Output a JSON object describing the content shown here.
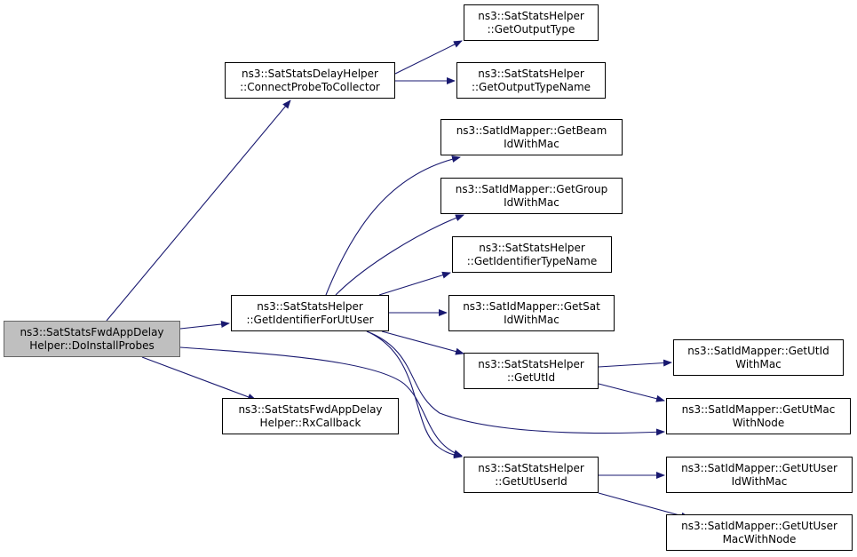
{
  "colors": {
    "edge": "#191970",
    "root_fill": "#bfbfbf",
    "node_fill": "#ffffff"
  },
  "nodes": [
    {
      "id": "n0",
      "line1": "ns3::SatStatsFwdAppDelay",
      "line2": "Helper::DoInstallProbes",
      "root": true
    },
    {
      "id": "n1",
      "line1": "ns3::SatStatsDelayHelper",
      "line2": "::ConnectProbeToCollector"
    },
    {
      "id": "n2",
      "line1": "ns3::SatStatsHelper",
      "line2": "::GetOutputType"
    },
    {
      "id": "n3",
      "line1": "ns3::SatStatsHelper",
      "line2": "::GetOutputTypeName"
    },
    {
      "id": "n4",
      "line1": "ns3::SatStatsHelper",
      "line2": "::GetIdentifierForUtUser"
    },
    {
      "id": "n5",
      "line1": "ns3::SatIdMapper::GetBeam",
      "line2": "IdWithMac"
    },
    {
      "id": "n6",
      "line1": "ns3::SatIdMapper::GetGroup",
      "line2": "IdWithMac"
    },
    {
      "id": "n7",
      "line1": "ns3::SatStatsHelper",
      "line2": "::GetIdentifierTypeName"
    },
    {
      "id": "n8",
      "line1": "ns3::SatIdMapper::GetSat",
      "line2": "IdWithMac"
    },
    {
      "id": "n9",
      "line1": "ns3::SatStatsHelper",
      "line2": "::GetUtId"
    },
    {
      "id": "n10",
      "line1": "ns3::SatIdMapper::GetUtId",
      "line2": "WithMac"
    },
    {
      "id": "n11",
      "line1": "ns3::SatIdMapper::GetUtMac",
      "line2": "WithNode"
    },
    {
      "id": "n12",
      "line1": "ns3::SatStatsFwdAppDelay",
      "line2": "Helper::RxCallback"
    },
    {
      "id": "n13",
      "line1": "ns3::SatStatsHelper",
      "line2": "::GetUtUserId"
    },
    {
      "id": "n14",
      "line1": "ns3::SatIdMapper::GetUtUser",
      "line2": "IdWithMac"
    },
    {
      "id": "n15",
      "line1": "ns3::SatIdMapper::GetUtUser",
      "line2": "MacWithNode"
    }
  ],
  "edges": [
    {
      "from": "n0",
      "to": "n1"
    },
    {
      "from": "n0",
      "to": "n4"
    },
    {
      "from": "n0",
      "to": "n12"
    },
    {
      "from": "n0",
      "to": "n13"
    },
    {
      "from": "n1",
      "to": "n2"
    },
    {
      "from": "n1",
      "to": "n3"
    },
    {
      "from": "n4",
      "to": "n5"
    },
    {
      "from": "n4",
      "to": "n6"
    },
    {
      "from": "n4",
      "to": "n7"
    },
    {
      "from": "n4",
      "to": "n8"
    },
    {
      "from": "n4",
      "to": "n9"
    },
    {
      "from": "n4",
      "to": "n11"
    },
    {
      "from": "n4",
      "to": "n13"
    },
    {
      "from": "n9",
      "to": "n10"
    },
    {
      "from": "n9",
      "to": "n11"
    },
    {
      "from": "n13",
      "to": "n14"
    },
    {
      "from": "n13",
      "to": "n15"
    }
  ]
}
